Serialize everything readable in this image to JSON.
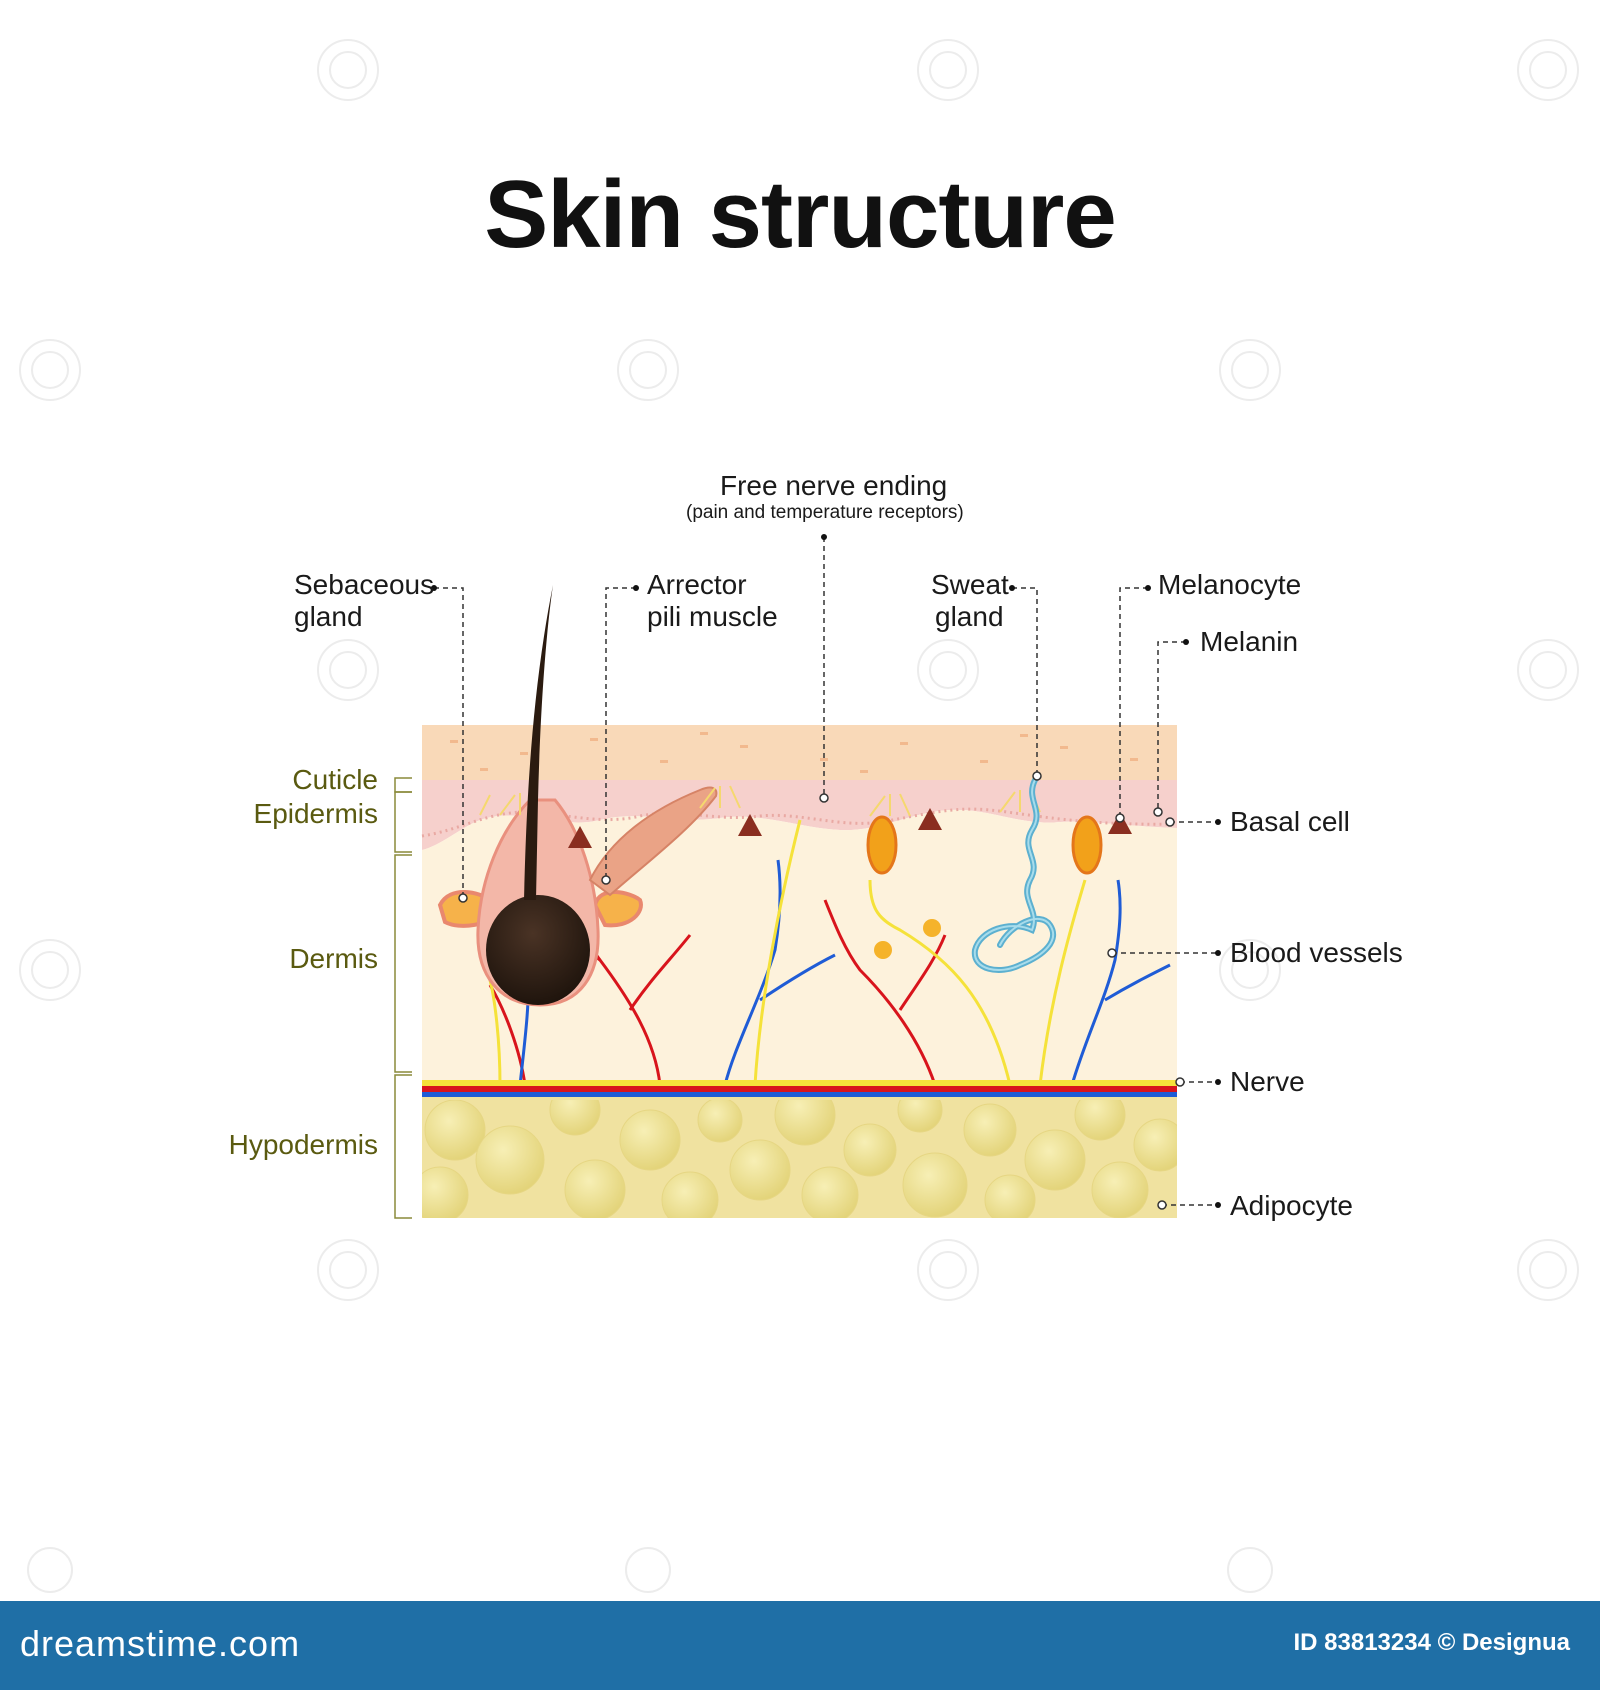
{
  "title": "Skin structure",
  "labels": {
    "free_nerve_ending": "Free nerve ending",
    "free_nerve_ending_sub": "(pain and temperature receptors)",
    "sebaceous_1": "Sebaceous",
    "sebaceous_2": "gland",
    "arrector_1": "Arrector",
    "arrector_2": "pili muscle",
    "sweat_1": "Sweat",
    "sweat_2": "gland",
    "melanocyte": "Melanocyte",
    "melanin": "Melanin",
    "basal_cell": "Basal cell",
    "blood_vessels": "Blood vessels",
    "nerve": "Nerve",
    "adipocyte": "Adipocyte"
  },
  "layers": {
    "cuticle": "Cuticle",
    "epidermis": "Epidermis",
    "dermis": "Dermis",
    "hypodermis": "Hypodermis"
  },
  "footer": {
    "brand": "dreamstime.com",
    "credit": "ID 83813234 © Designua"
  },
  "colors": {
    "cuticle": "#f9d9b8",
    "epidermis": "#f6d0cc",
    "dermis": "#fdf2dc",
    "hypodermis": "#f0e2a0",
    "fat": "#ece089",
    "artery": "#d8141c",
    "vein": "#1f5cd6",
    "nerve": "#f5e23a",
    "hair": "#2b1b10",
    "footer": "#1f6fa6"
  }
}
